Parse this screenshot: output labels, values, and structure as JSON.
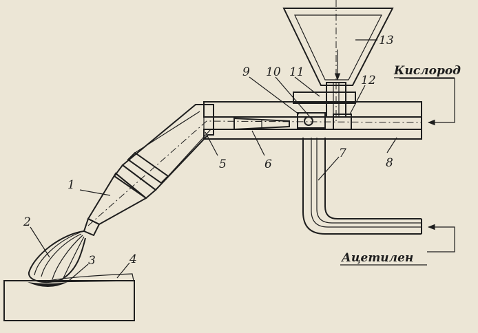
{
  "labels": {
    "torch_tip": "1",
    "flame": "2",
    "weld_pool": "3",
    "workpiece": "4",
    "tube": "5",
    "injector_nozzle": "6",
    "acetylene_pipe": "7",
    "oxygen_pipe": "8",
    "part_9": "9",
    "part_10": "10",
    "part_11": "11",
    "part_12": "12",
    "powder_hopper": "13"
  },
  "inputs": {
    "oxygen": "Кислород",
    "acetylene": "Ацетилен"
  },
  "colors": {
    "ink": "#1e1e1e",
    "paper": "#ece6d6"
  }
}
